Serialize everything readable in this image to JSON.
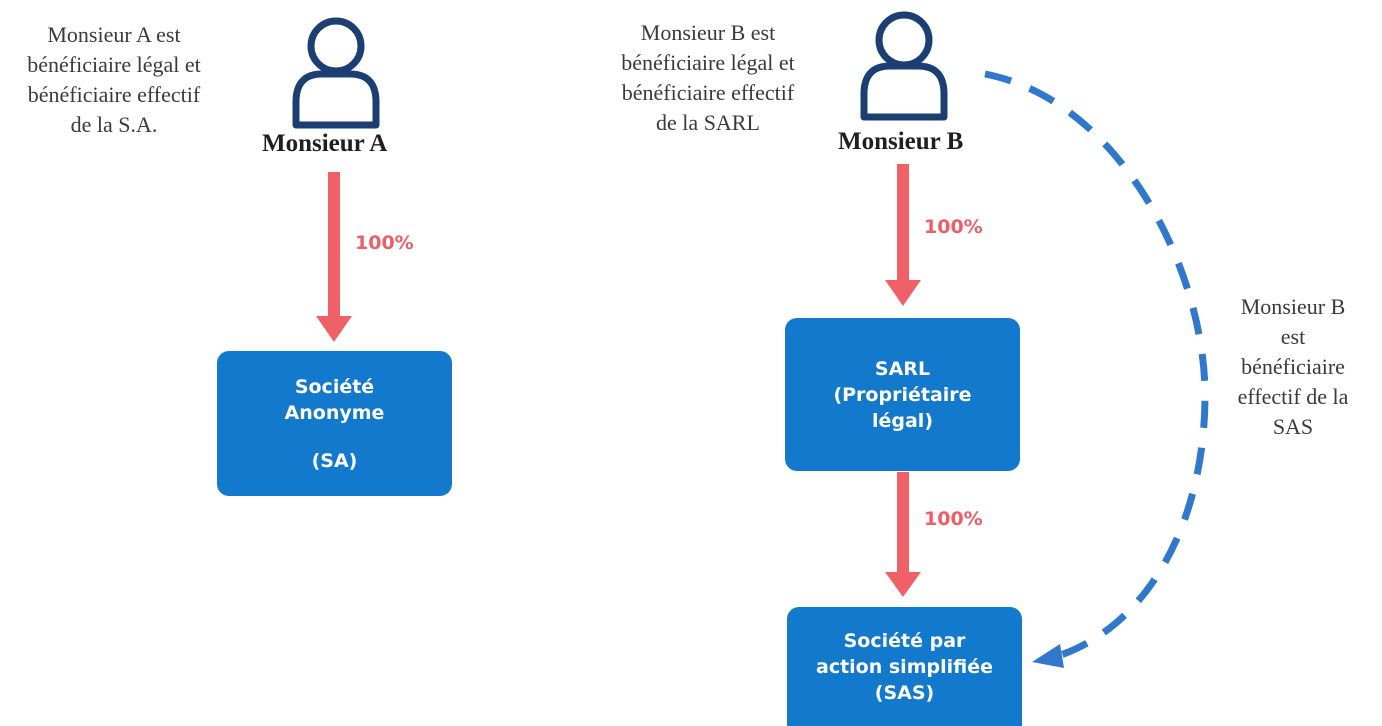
{
  "colors": {
    "box_fill": "#1279cc",
    "ownership_arrow": "#ef6166",
    "beneficial_dashed_arrow": "#2f78cc",
    "person_icon": "#1b3f73",
    "note_text": "#3a3a3a"
  },
  "persons": {
    "a": {
      "icon": "person-icon",
      "name": "Monsieur A",
      "note": [
        "Monsieur A est",
        "bénéficiaire légal et",
        "bénéficiaire effectif",
        "de la S.A."
      ]
    },
    "b": {
      "icon": "person-icon",
      "name": "Monsieur B",
      "note": [
        "Monsieur B est",
        "bénéficiaire légal et",
        "bénéficiaire effectif",
        "de la SARL"
      ]
    }
  },
  "entities": {
    "sa": {
      "lines": [
        "Société",
        "Anonyme",
        "(SA)"
      ]
    },
    "sarl": {
      "lines": [
        "SARL",
        "(Propriétaire",
        "légal)"
      ]
    },
    "sas": {
      "lines": [
        "Société par",
        "action simplifiée",
        "(SAS)"
      ]
    }
  },
  "ownership": {
    "a_to_sa": "100%",
    "b_to_sarl": "100%",
    "sarl_to_sas": "100%"
  },
  "beneficial_link": {
    "from": "Monsieur B",
    "to": "SAS",
    "note": [
      "Monsieur B",
      "est",
      "bénéficiaire",
      "effectif de la",
      "SAS"
    ]
  }
}
